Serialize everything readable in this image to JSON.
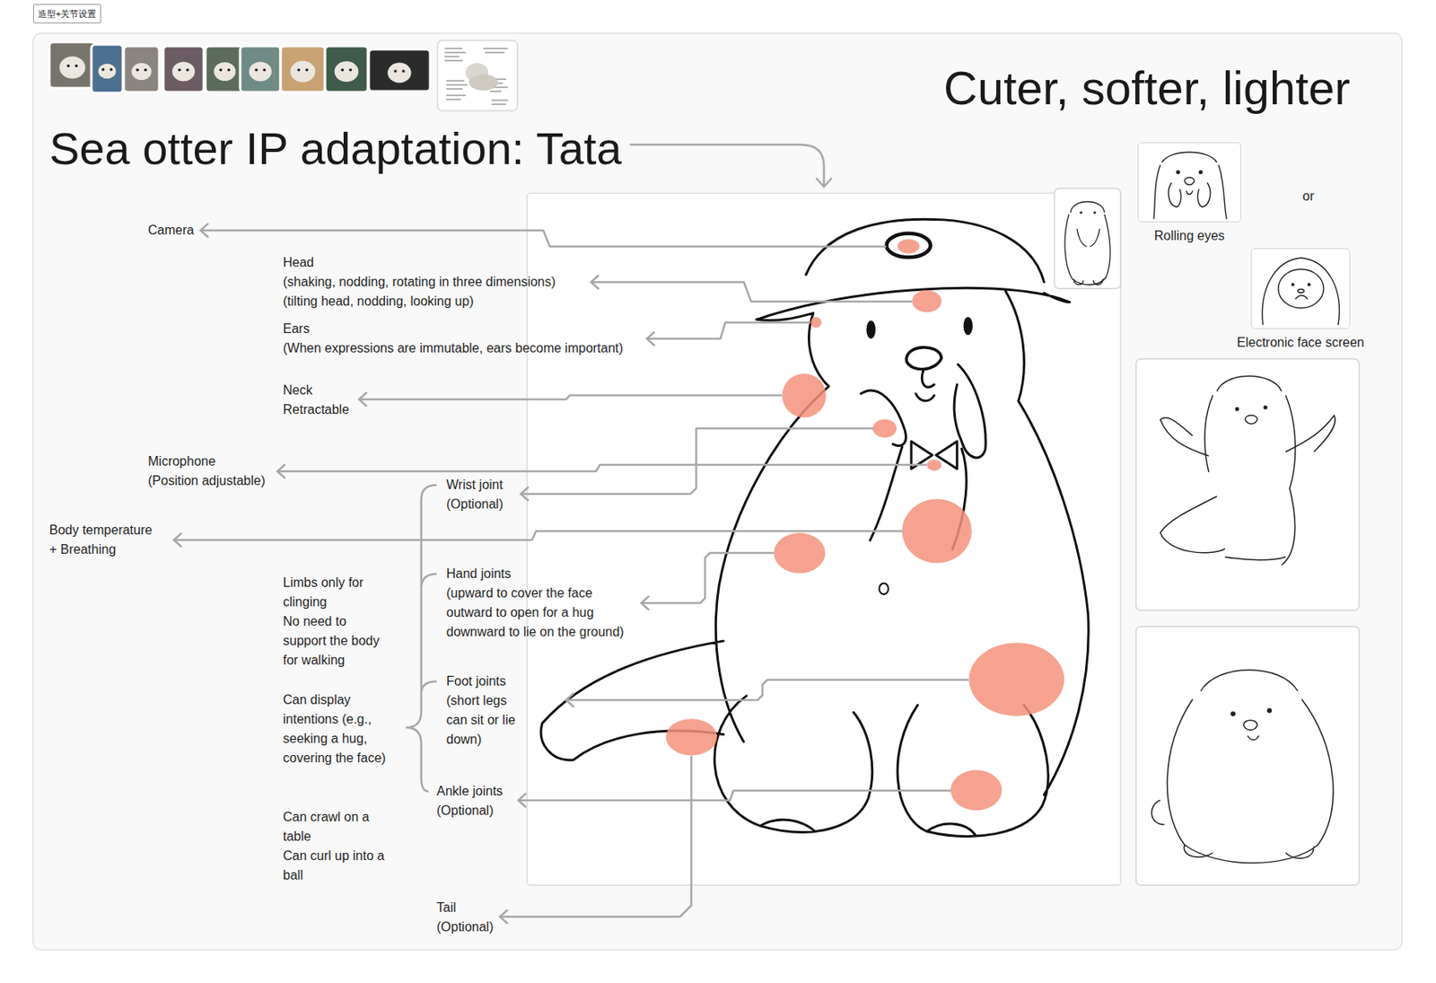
{
  "diagram": {
    "title": "Sea otter IP adaptation: Tata",
    "nodes": [
      {
        "text": [
          "造型+关节设置"
        ]
      },
      {
        "text": [
          "Rolling eyes"
        ]
      },
      {
        "text": [
          "Electronic face screen"
        ]
      }
    ],
    "labels": [
      "Cuter, softer, lighter",
      "Camera",
      "Head",
      "(shaking, nodding, rotating in three dimensions)",
      "(tilting head, nodding, looking up)",
      "Ears",
      "(When expressions are immutable, ears become important)",
      "Neck",
      "Retractable",
      "Microphone",
      "(Position adjustable)",
      "Wrist joint",
      "(Optional)",
      "Body temperature",
      "+ Breathing",
      "Hand joints",
      "(upward to cover the face outward to open for a hug downward to lie on the ground)",
      "Foot joints",
      "(short legs can sit or lie down)",
      "Ankle joints",
      "(Optional)",
      "Tail",
      "(Optional)",
      "Limbs only for clinging",
      "No need to support the body for walking",
      "Can display intentions (e.g., seeking a hug, covering the face)",
      "Can crawl on a table",
      "Can curl up into a ball",
      "or"
    ]
  }
}
